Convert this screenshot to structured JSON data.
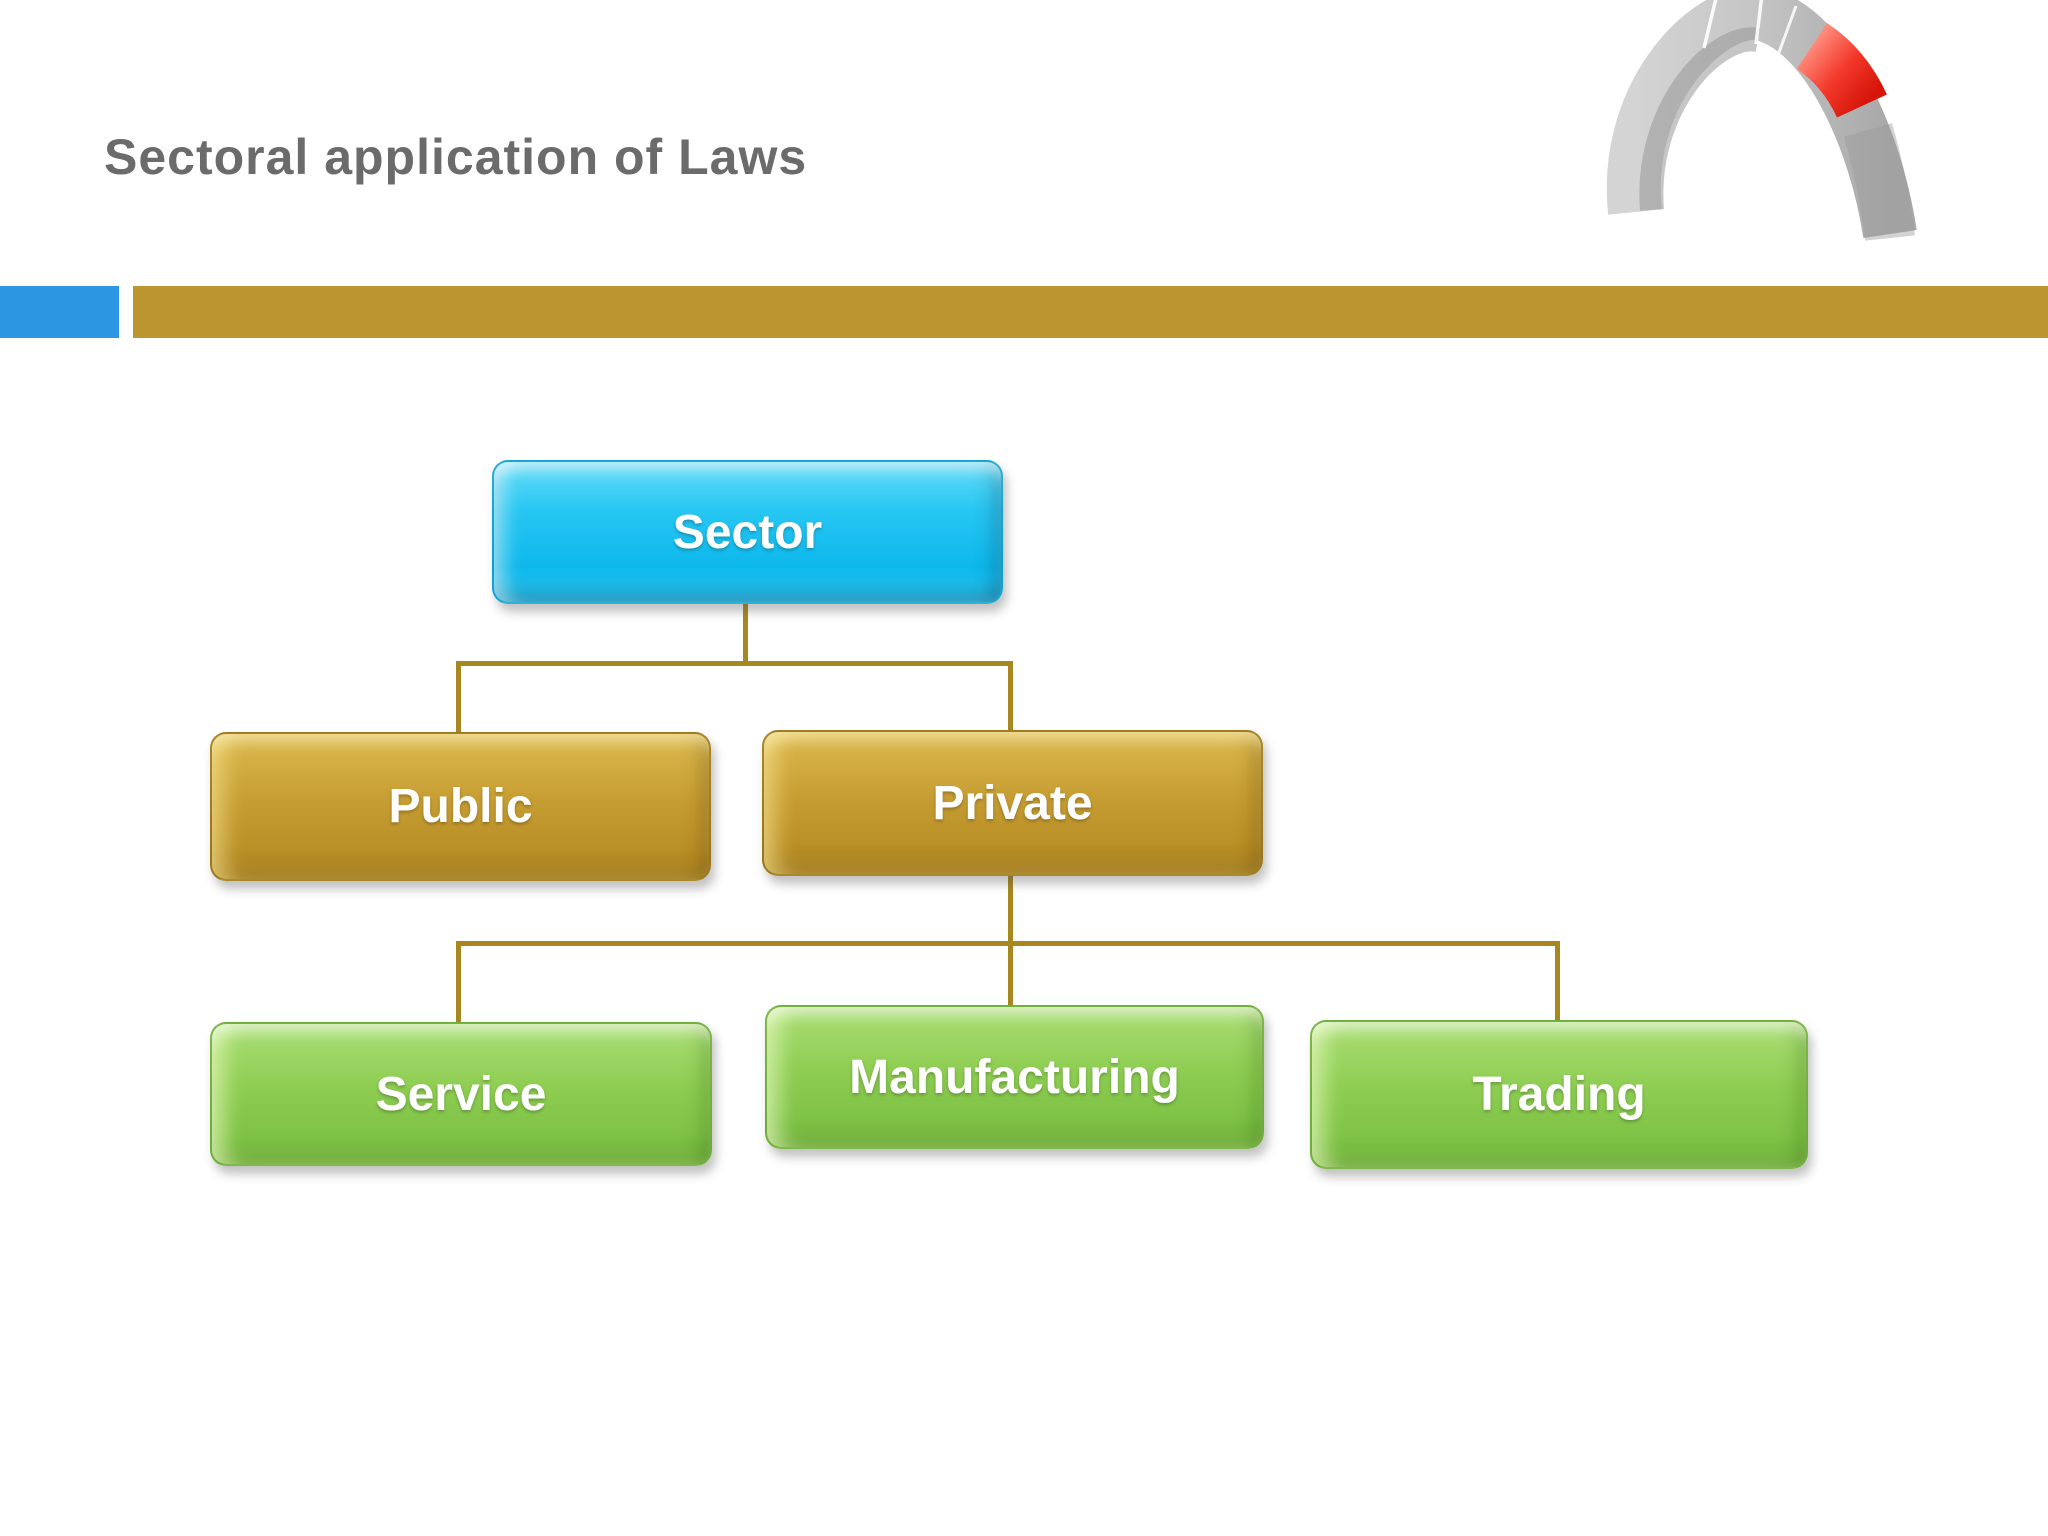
{
  "title": "Sectoral application of Laws",
  "logo": {
    "name": "arch-logo",
    "description": "gray 3D stone arch with red keystone segment"
  },
  "colors": {
    "title_gray": "#6b6b6b",
    "accent_blue_bar": "#2d96e3",
    "accent_gold_bar": "#bb9530",
    "connector_gold": "#a8871f",
    "node_blue": "#1fc3f2",
    "node_gold": "#c79e33",
    "node_green": "#8ecd52",
    "node_text": "#ffffff",
    "logo_red": "#f3392b",
    "logo_gray": "#c4c4c4"
  },
  "diagram": {
    "type": "hierarchy",
    "nodes": {
      "sector": {
        "label": "Sector",
        "level": 1,
        "color": "#1fc3f2"
      },
      "public": {
        "label": "Public",
        "level": 2,
        "color": "#c79e33"
      },
      "private": {
        "label": "Private",
        "level": 2,
        "color": "#c79e33"
      },
      "service": {
        "label": "Service",
        "level": 3,
        "color": "#8ecd52"
      },
      "manufacturing": {
        "label": "Manufacturing",
        "level": 3,
        "color": "#8ecd52"
      },
      "trading": {
        "label": "Trading",
        "level": 3,
        "color": "#8ecd52"
      }
    },
    "edges": [
      [
        "sector",
        "public"
      ],
      [
        "sector",
        "private"
      ],
      [
        "private",
        "service"
      ],
      [
        "private",
        "manufacturing"
      ],
      [
        "private",
        "trading"
      ]
    ]
  }
}
